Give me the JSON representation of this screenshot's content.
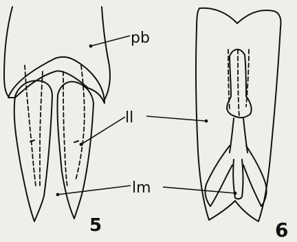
{
  "labels": {
    "pb": "pb",
    "ll": "ll",
    "lm": "lm"
  },
  "figure_numbers": {
    "left": "5",
    "right": "6"
  }
}
